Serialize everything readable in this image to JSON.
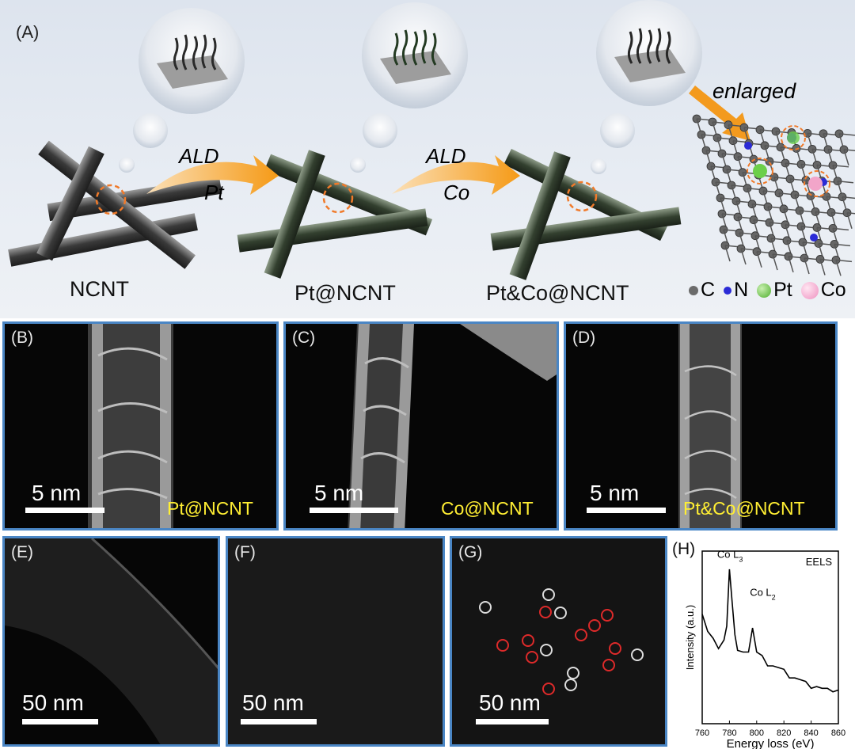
{
  "panel_a": {
    "letter": "(A)",
    "steps": [
      "NCNT",
      "Pt@NCNT",
      "Pt&Co@NCNT"
    ],
    "arrow1": {
      "line1": "ALD",
      "line2": "Pt"
    },
    "arrow2": {
      "line1": "ALD",
      "line2": "Co"
    },
    "enlarged": "enlarged",
    "legend": [
      {
        "symbol": "C",
        "color": "#6b6b6b"
      },
      {
        "symbol": "N",
        "color": "#2b2bd6"
      },
      {
        "symbol": "Pt",
        "color": "#6ccf4a"
      },
      {
        "symbol": "Co",
        "color": "#f2a5c9"
      }
    ]
  },
  "tem_panels": [
    {
      "letter": "(B)",
      "scale": "5 nm",
      "sample": "Pt@NCNT"
    },
    {
      "letter": "(C)",
      "scale": "5 nm",
      "sample": "Co@NCNT"
    },
    {
      "letter": "(D)",
      "scale": "5 nm",
      "sample": "Pt&Co@NCNT"
    },
    {
      "letter": "(E)",
      "scale": "50 nm"
    },
    {
      "letter": "(F)",
      "scale": "50 nm"
    },
    {
      "letter": "(G)",
      "scale": "50 nm"
    }
  ],
  "eels": {
    "letter": "(H)",
    "tag": "EELS",
    "peak1": "Co L",
    "peak1_sub": "3",
    "peak2": "Co L",
    "peak2_sub": "2",
    "xlabel": "Energy loss (eV)",
    "ylabel": "Intensity (a.u.)",
    "xticks": [
      "760",
      "780",
      "800",
      "820",
      "840",
      "860"
    ]
  },
  "chart_data": {
    "type": "line",
    "title": "",
    "xlabel": "Energy loss (eV)",
    "ylabel": "Intensity (a.u.)",
    "xlim": [
      760,
      860
    ],
    "annotations": [
      "EELS",
      "Co L3",
      "Co L2"
    ],
    "series": [
      {
        "x": [
          760,
          764,
          768,
          772,
          776,
          778,
          780,
          782,
          784,
          786,
          790,
          794,
          797,
          800,
          804,
          808,
          812,
          816,
          820,
          824,
          828,
          832,
          836,
          840,
          844,
          848,
          852,
          856,
          860
        ],
        "y": [
          0.62,
          0.55,
          0.48,
          0.45,
          0.47,
          0.58,
          0.88,
          0.72,
          0.5,
          0.44,
          0.4,
          0.43,
          0.54,
          0.43,
          0.38,
          0.35,
          0.32,
          0.34,
          0.3,
          0.28,
          0.25,
          0.27,
          0.23,
          0.22,
          0.2,
          0.22,
          0.19,
          0.2,
          0.18
        ]
      }
    ]
  }
}
